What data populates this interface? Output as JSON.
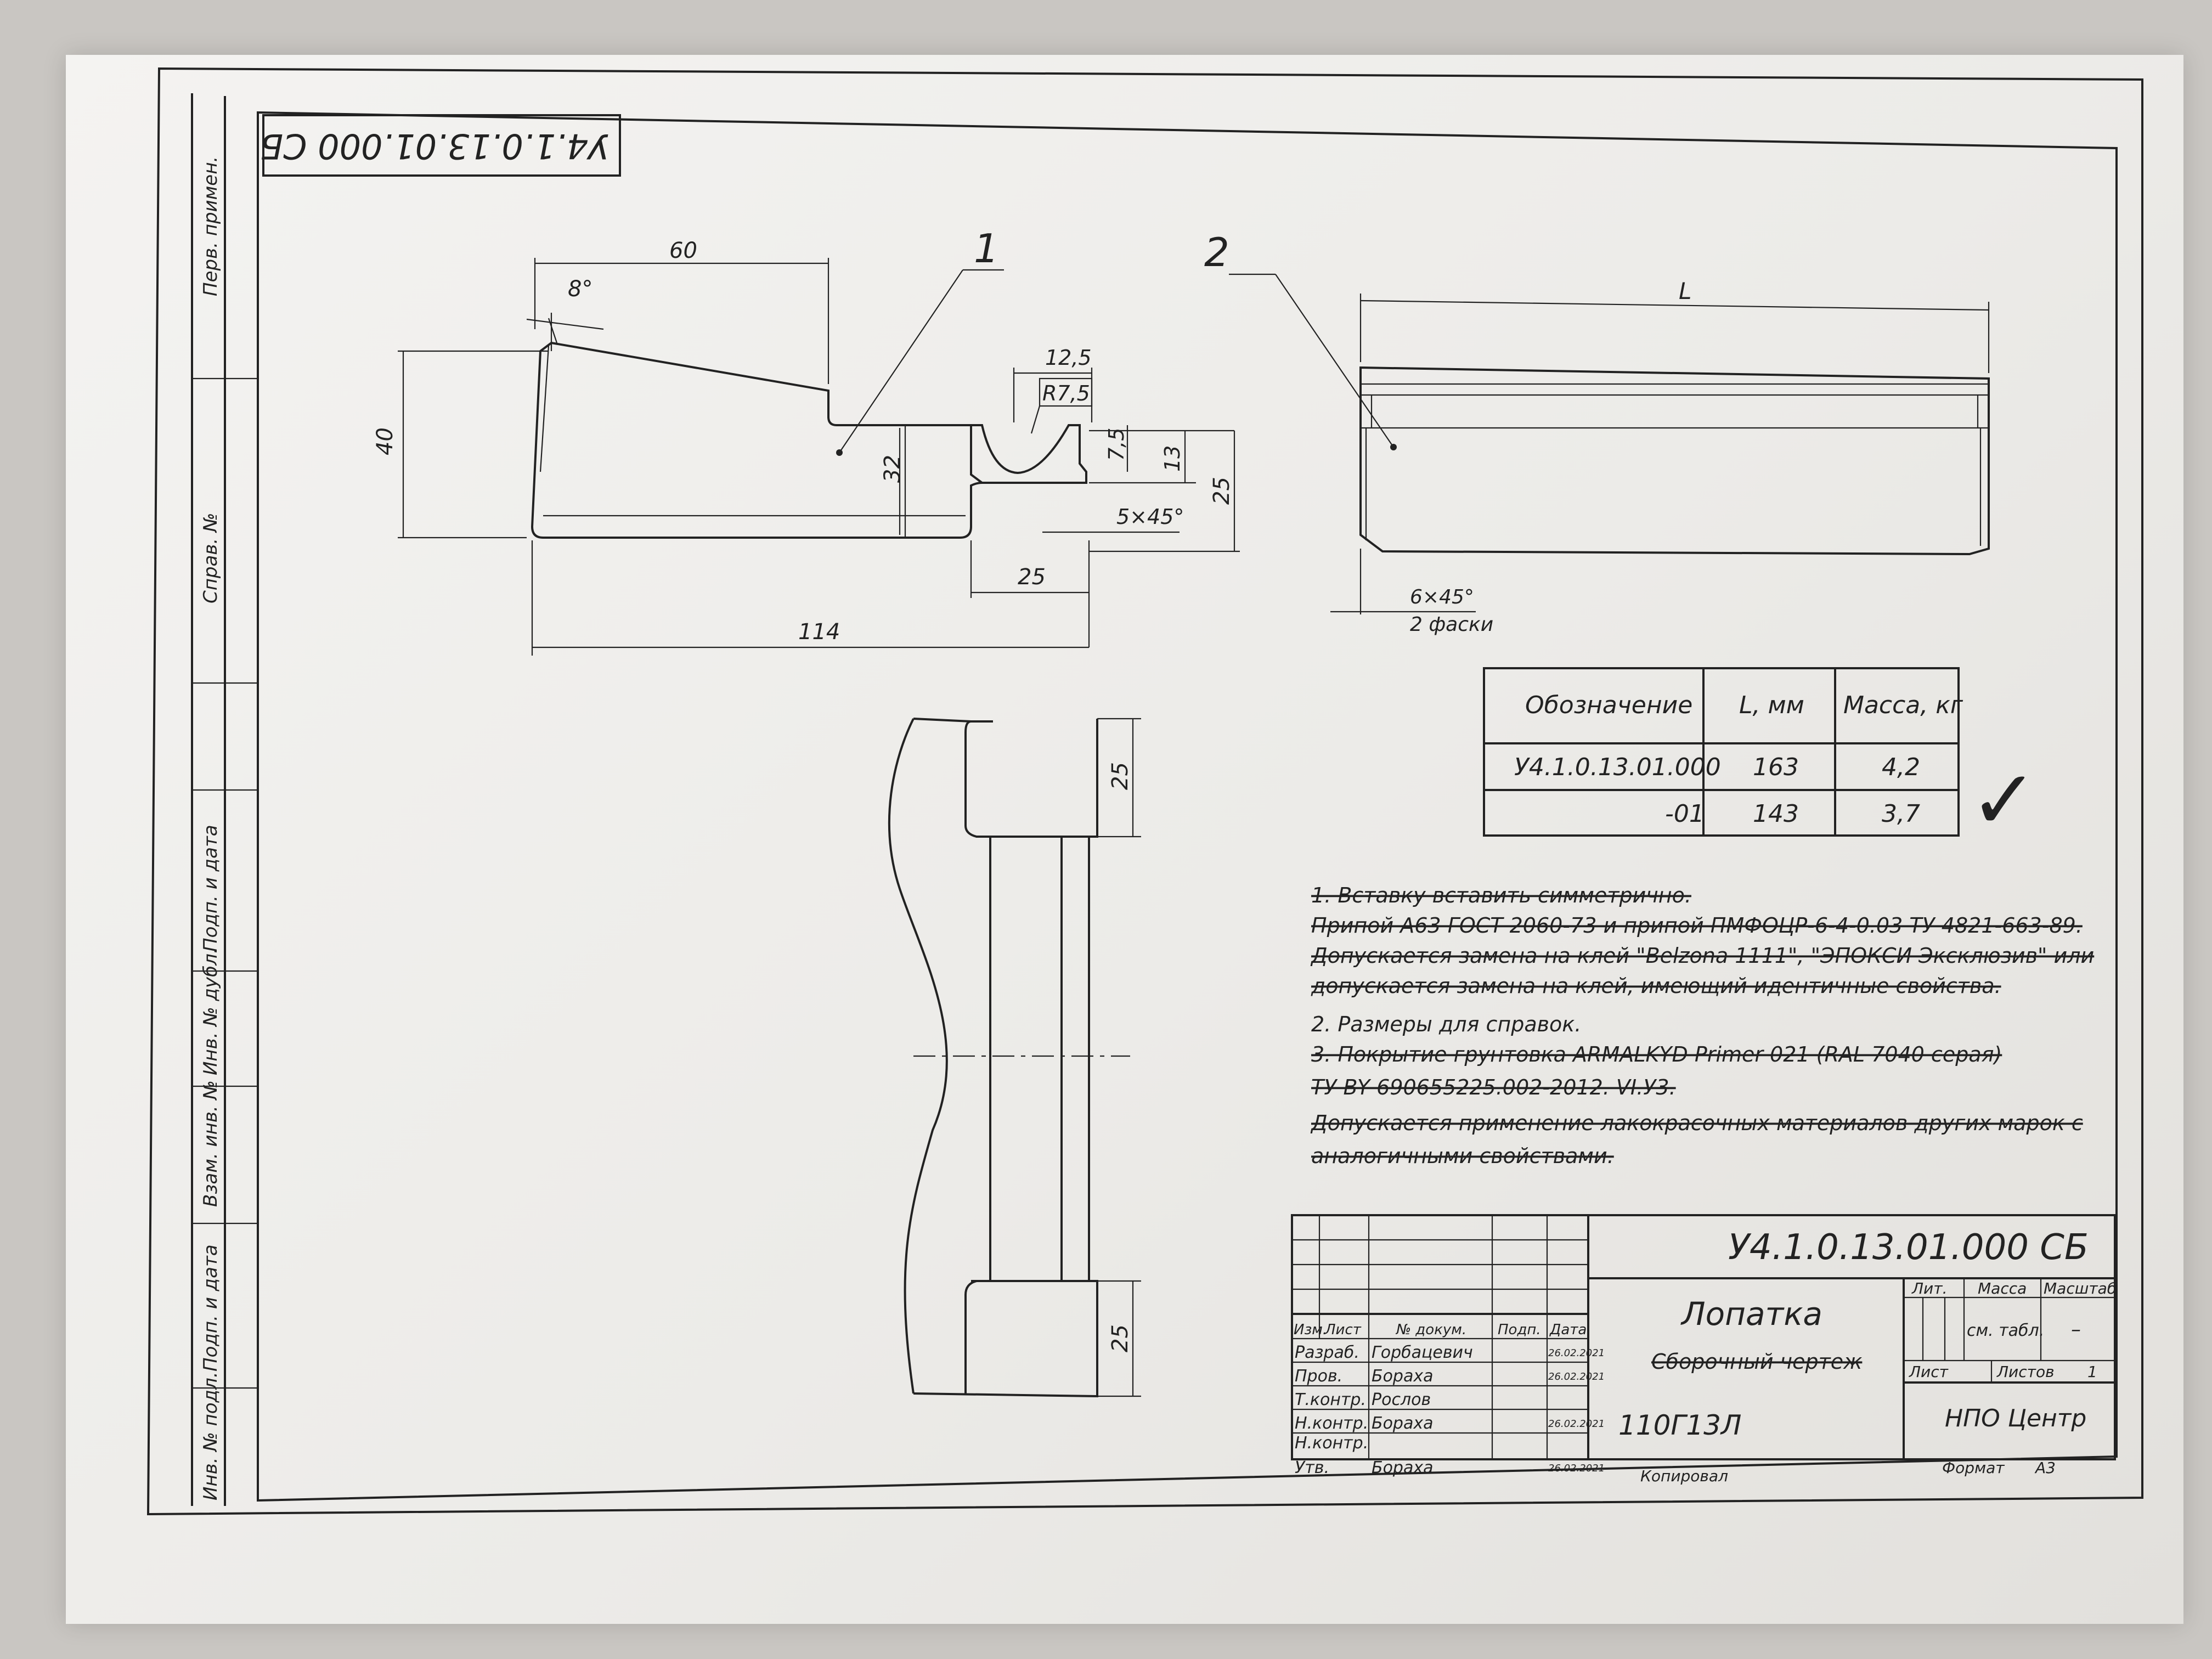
{
  "corner_designation": "У4.1.0.13.01.000 СБ",
  "side_columns": {
    "perv_primen": "Перв. примен.",
    "sprav_no": "Справ. №",
    "podp_data_top": "Подп. и дата",
    "inv_dubl": "Инв. № дубл.",
    "vzam_inv": "Взам. инв. №",
    "podp_data_bottom": "Подп. и дата",
    "inv_podl": "Инв. № подл."
  },
  "dims": {
    "d60": "60",
    "angle8": "8°",
    "d40": "40",
    "d32": "32",
    "d12_5": "12,5",
    "r7_5": "R7,5",
    "d7_5": "7,5",
    "d13": "13",
    "d25_side": "25",
    "chamfer5": "5×45°",
    "d25_bottom": "25",
    "d114": "114",
    "dL": "L",
    "chamfer6": "6×45°",
    "two_chamfers": "2 фаски",
    "d25_top_view": "25",
    "d25_bottom_view": "25"
  },
  "callouts": {
    "part1": "1",
    "part2": "2"
  },
  "table": {
    "headers": [
      "Обозначение",
      "L, мм",
      "Масса, кг"
    ],
    "rows": [
      [
        "У4.1.0.13.01.000",
        "163",
        "4,2"
      ],
      [
        "-01",
        "143",
        "3,7"
      ]
    ],
    "check_mark": "✓"
  },
  "notes": [
    {
      "text": "1. Вставку вставить симметрично.",
      "struck": true
    },
    {
      "text": "Припой А63 ГОСТ 2060-73 и припой ПМФОЦР-6-4-0.03 ТУ 4821-663-89.",
      "struck": true
    },
    {
      "text": "Допускается замена на клей \"Belzona 1111\", \"ЭПОКСИ Эксклюзив\" или",
      "struck": true
    },
    {
      "text": "допускается замена на клей, имеющий идентичные свойства.",
      "struck": true
    },
    {
      "text": "2. Размеры для справок.",
      "struck": false
    },
    {
      "text": "3. Покрытие грунтовка ARMALKYD Primer 021 (RAL 7040 серая)",
      "struck": true
    },
    {
      "text": "ТУ BY 690655225.002-2012. VI.У3.",
      "struck": true
    },
    {
      "text": "Допускается применение лакокрасочных материалов других марок с",
      "struck": true
    },
    {
      "text": "аналогичными свойствами.",
      "struck": true
    }
  ],
  "title_block": {
    "designation": "У4.1.0.13.01.000 СБ",
    "name": "Лопатка",
    "doc_type": "Сборочный чертеж",
    "col_headers": [
      "Изм.",
      "Лист",
      "№ докум.",
      "Подп.",
      "Дата"
    ],
    "rows": [
      {
        "role": "Разраб.",
        "name": "Горбацевич",
        "date": "26.02.2021"
      },
      {
        "role": "Пров.",
        "name": "Бораха",
        "date": "26.02.2021"
      },
      {
        "role": "Т.контр.",
        "name": "Рослов",
        "date": ""
      },
      {
        "role": "Н.контр.",
        "name": "Бораха",
        "date": "26.02.2021"
      },
      {
        "role": "Н.контр.",
        "name": "",
        "date": ""
      },
      {
        "role": "Утв.",
        "name": "Бораха",
        "date": "26.02.2021"
      }
    ],
    "lit_label": "Лит.",
    "mass_label": "Масса",
    "scale_label": "Масштаб",
    "mass_value": "см. табл.",
    "scale_value": "–",
    "sheet_label": "Лист",
    "sheets_label": "Листов",
    "sheets_value": "1",
    "handwritten": "110Г13Л",
    "organization": "НПО Центр",
    "copied": "Копировал",
    "format_label": "Формат",
    "format_value": "А3"
  }
}
